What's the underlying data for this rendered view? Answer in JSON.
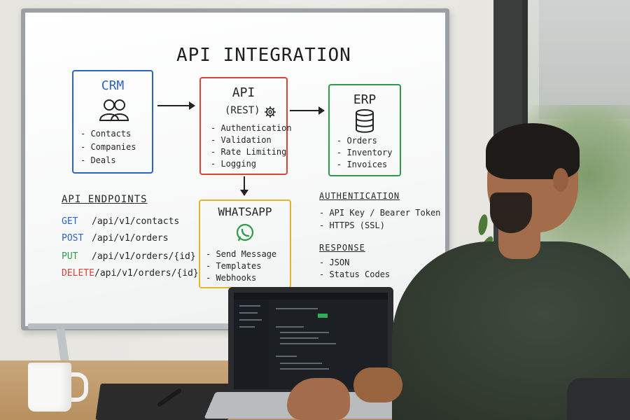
{
  "whiteboard": {
    "title": "API INTEGRATION",
    "crm": {
      "title": "CRM",
      "icon": "users-icon",
      "color": "#2a63c9",
      "items": [
        "- Contacts",
        "- Companies",
        "- Deals"
      ]
    },
    "api": {
      "title": "API",
      "subtitle": "(REST)",
      "icon": "gear-icon",
      "color": "#d9443a",
      "items": [
        "- Authentication",
        "- Validation",
        "- Rate Limiting",
        "- Logging"
      ]
    },
    "erp": {
      "title": "ERP",
      "icon": "database-icon",
      "color": "#2f9b4a",
      "items": [
        "- Orders",
        "- Inventory",
        "- Invoices"
      ]
    },
    "whatsapp": {
      "title": "WHATSAPP",
      "icon": "whatsapp-icon",
      "color": "#e3b52d",
      "items": [
        "- Send Message",
        "- Templates",
        "- Webhooks"
      ]
    },
    "endpoints": {
      "title": "API ENDPOINTS",
      "rows": [
        {
          "method": "GET",
          "path": "/api/v1/contacts",
          "color": "#2a63c9"
        },
        {
          "method": "POST",
          "path": "/api/v1/orders",
          "color": "#2a63c9"
        },
        {
          "method": "PUT",
          "path": "/api/v1/orders/{id}",
          "color": "#2f9b4a"
        },
        {
          "method": "DELETE",
          "path": "/api/v1/orders/{id}",
          "color": "#d9443a"
        }
      ]
    },
    "authentication": {
      "title": "AUTHENTICATION",
      "items": [
        "- API Key / Bearer Token",
        "- HTTPS (SSL)"
      ]
    },
    "response": {
      "title": "RESPONSE",
      "items": [
        "- JSON",
        "- Status Codes"
      ]
    }
  }
}
